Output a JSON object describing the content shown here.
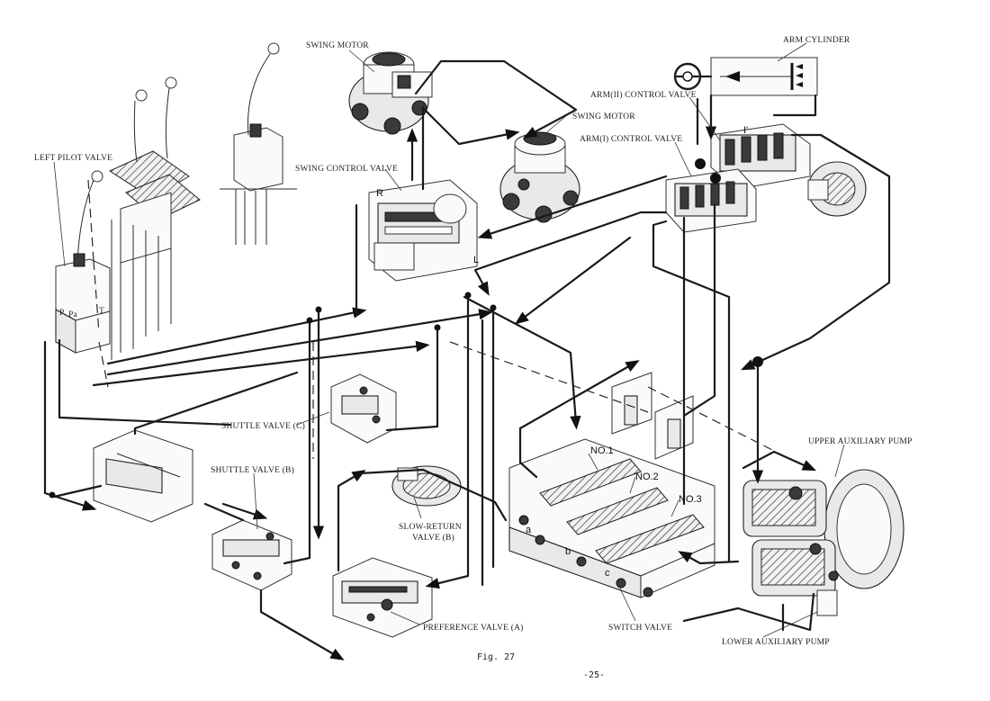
{
  "labels": {
    "arm_cylinder": "ARM CYLINDER",
    "arm2_control_valve": "ARM(II) CONTROL VALVE",
    "arm1_control_valve": "ARM(I) CONTROL VALVE",
    "swing_motor_top": "SWING MOTOR",
    "swing_motor_right": "SWING MOTOR",
    "left_pilot_valve": "LEFT PILOT VALVE",
    "swing_control_valve": "SWING CONTROL VALVE",
    "shuttle_valve_c": "SHUTTLE VALVE (C)",
    "shuttle_valve_b": "SHUTTLE VALVE (B)",
    "slow_return_line1": "SLOW-RETURN",
    "slow_return_line2": "VALVE (B)",
    "preference_valve": "PREFERENCE VALVE (A)",
    "switch_valve": "SWITCH VALVE",
    "upper_aux_pump": "UPPER AUXILIARY PUMP",
    "lower_aux_pump": "LOWER AUXILIARY PUMP",
    "no1": "NO.1",
    "no2": "NO.2",
    "no3": "NO.3",
    "port_a": "a",
    "port_b": "b",
    "port_c": "c",
    "mark_r": "R",
    "mark_l": "L",
    "mark_i_prime": "I'",
    "pilot_pa": "Pa",
    "pilot_t": "T",
    "pilot_p": "P"
  },
  "caption": {
    "figure": "Fig. 27",
    "page": "-25-"
  }
}
